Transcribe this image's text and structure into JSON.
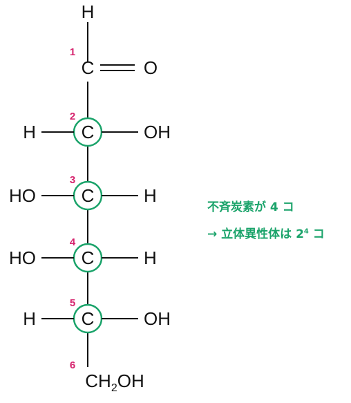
{
  "colors": {
    "ink": "#111111",
    "carbon_number": "#d6246e",
    "stereocenter": "#1aa36a"
  },
  "molecule": {
    "top_h": "H",
    "carbons": [
      {
        "number": "1",
        "atom": "C",
        "left": "",
        "right": "O",
        "right_bond": "double",
        "chiral": false
      },
      {
        "number": "2",
        "atom": "C",
        "left": "H",
        "right": "OH",
        "right_bond": "single",
        "chiral": true
      },
      {
        "number": "3",
        "atom": "C",
        "left": "HO",
        "right": "H",
        "right_bond": "single",
        "chiral": true
      },
      {
        "number": "4",
        "atom": "C",
        "left": "HO",
        "right": "H",
        "right_bond": "single",
        "chiral": true
      },
      {
        "number": "5",
        "atom": "C",
        "left": "H",
        "right": "OH",
        "right_bond": "single",
        "chiral": true
      },
      {
        "number": "6",
        "atom": "CH2OH",
        "left": "",
        "right": "",
        "right_bond": "none",
        "chiral": false
      }
    ],
    "c6_parts": {
      "ch": "CH",
      "sub": "2",
      "oh": "OH"
    }
  },
  "note": {
    "line1": "不斉炭素が 4 コ",
    "line2_prefix": "→ 立体異性体は 2",
    "line2_sup": "4",
    "line2_suffix": " コ"
  }
}
